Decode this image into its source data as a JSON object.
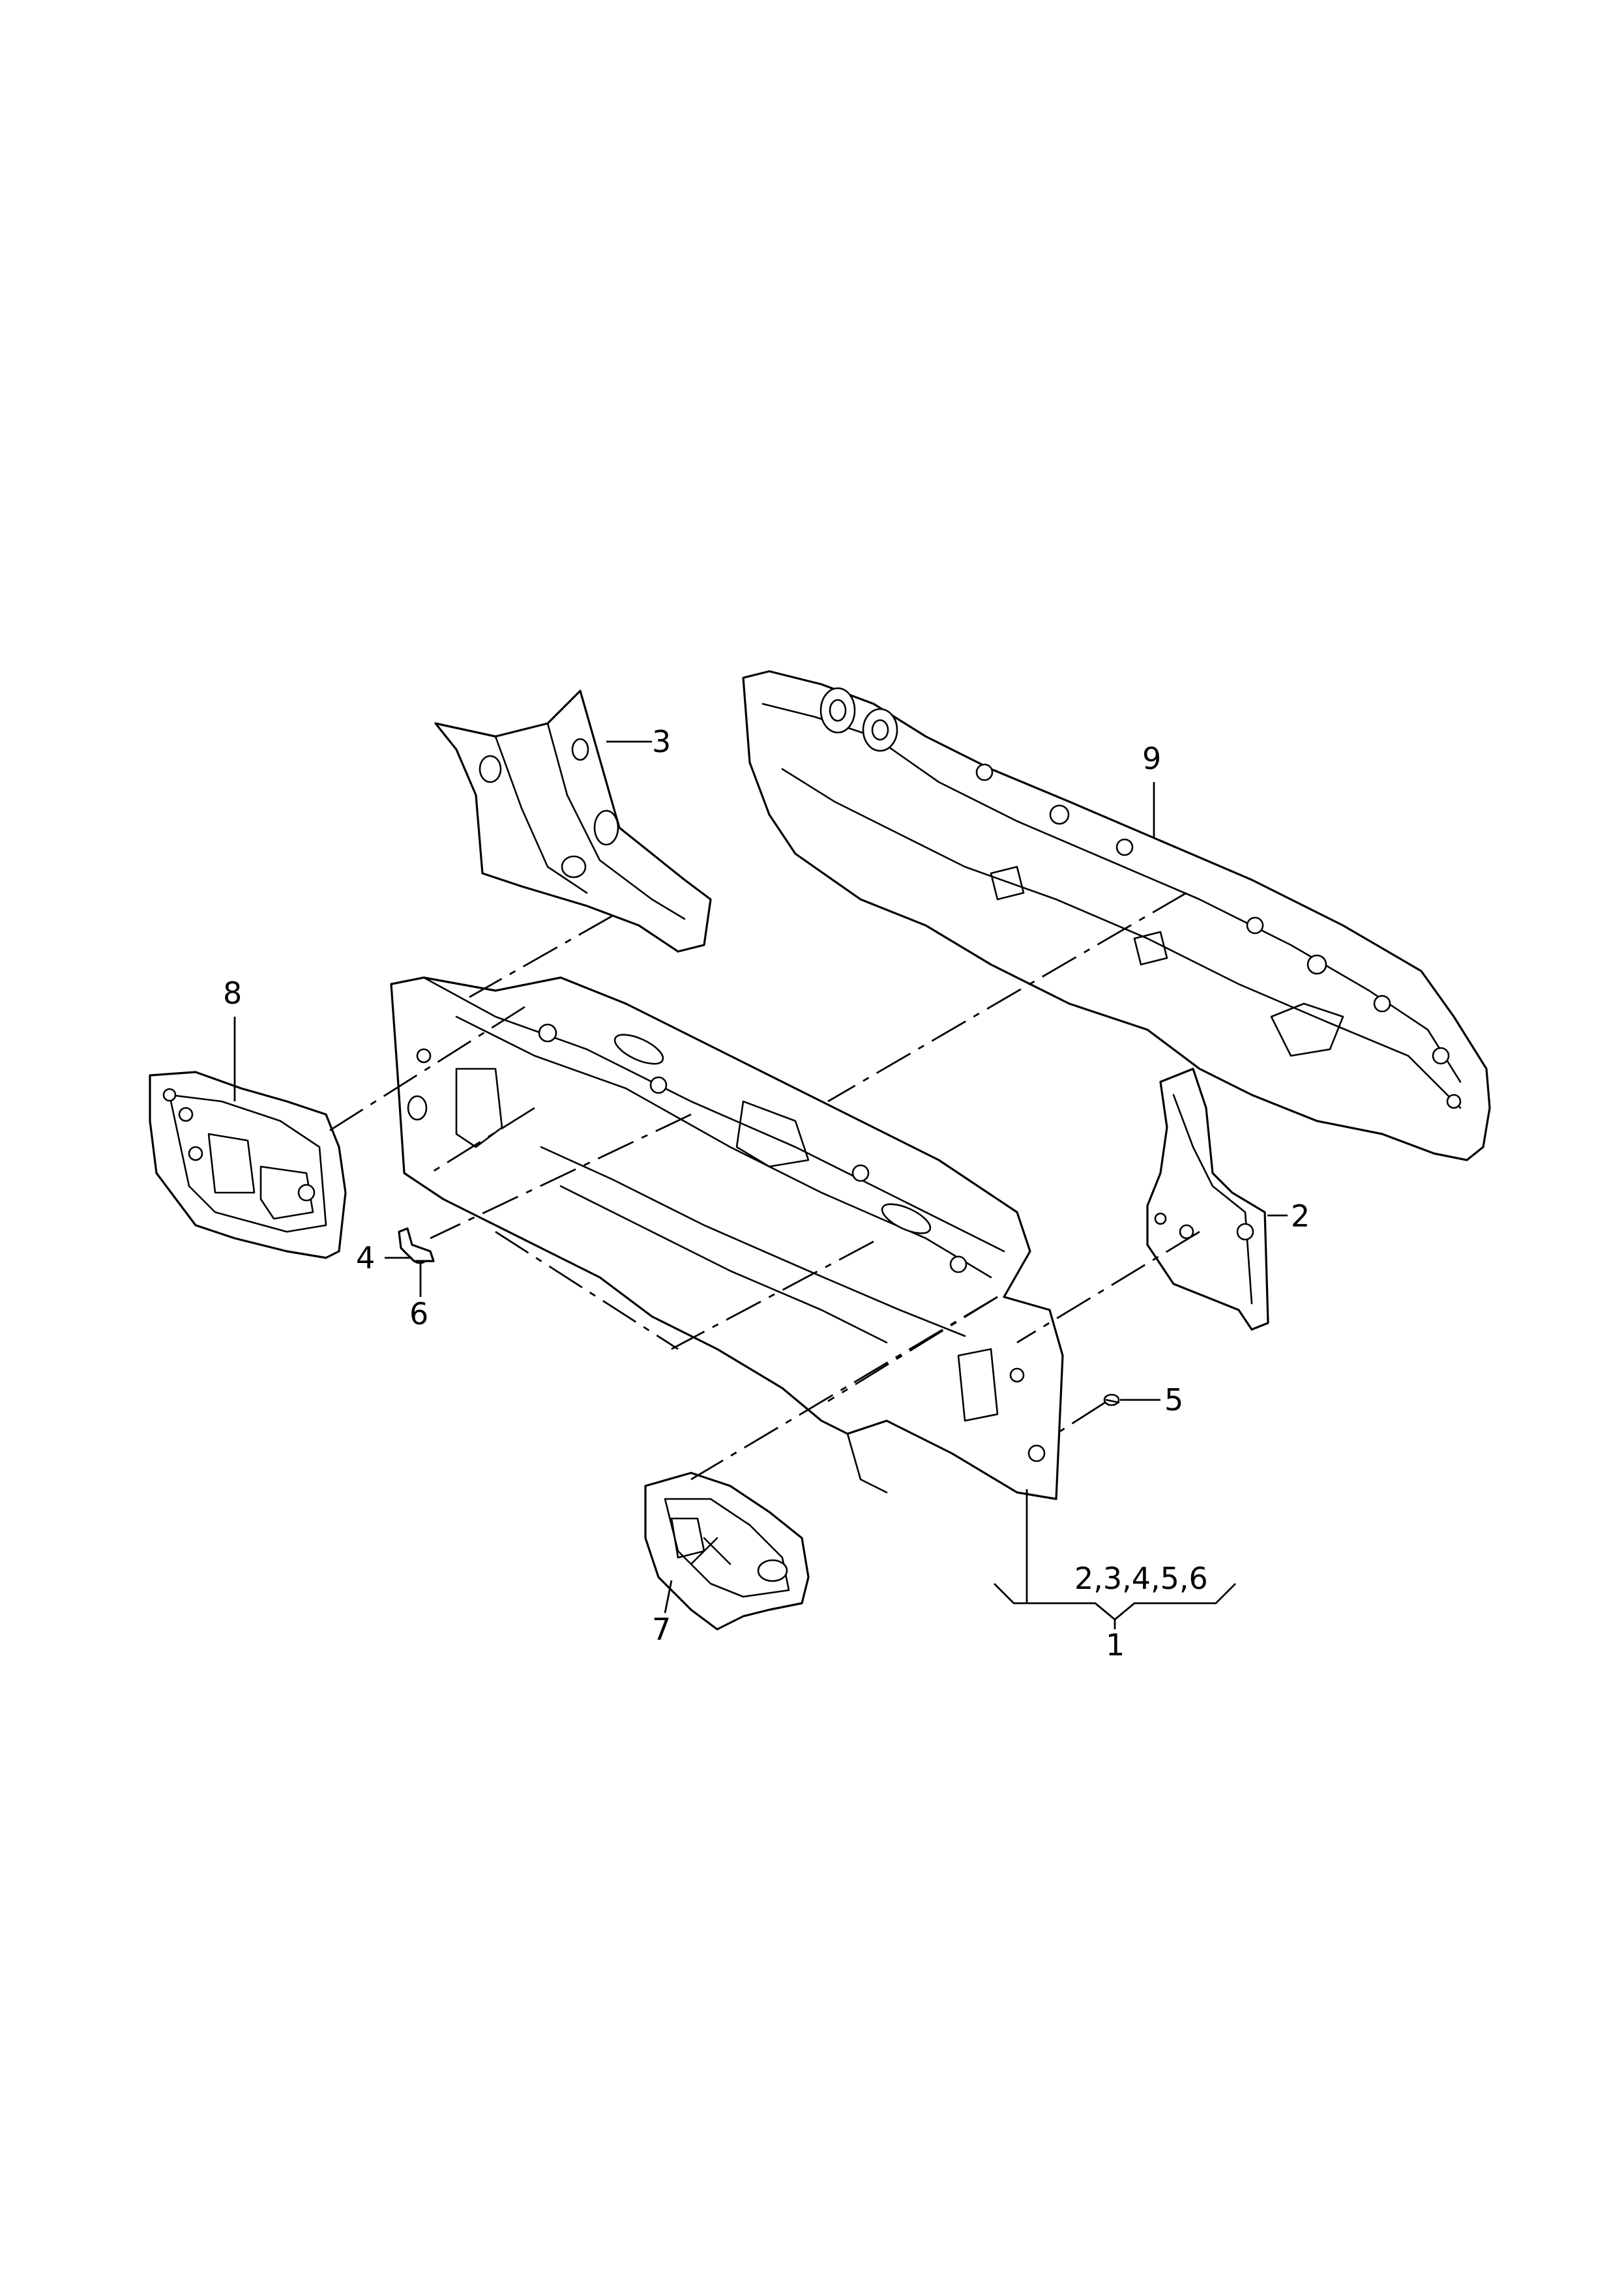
{
  "callouts": {
    "c1": "1",
    "c2": "2",
    "c3": "3",
    "c4": "4",
    "c5": "5",
    "c6": "6",
    "c7": "7",
    "c8": "8",
    "c9": "9",
    "group": "2,3,4,5,6"
  },
  "colors": {
    "line": "#000000",
    "background": "#ffffff"
  }
}
